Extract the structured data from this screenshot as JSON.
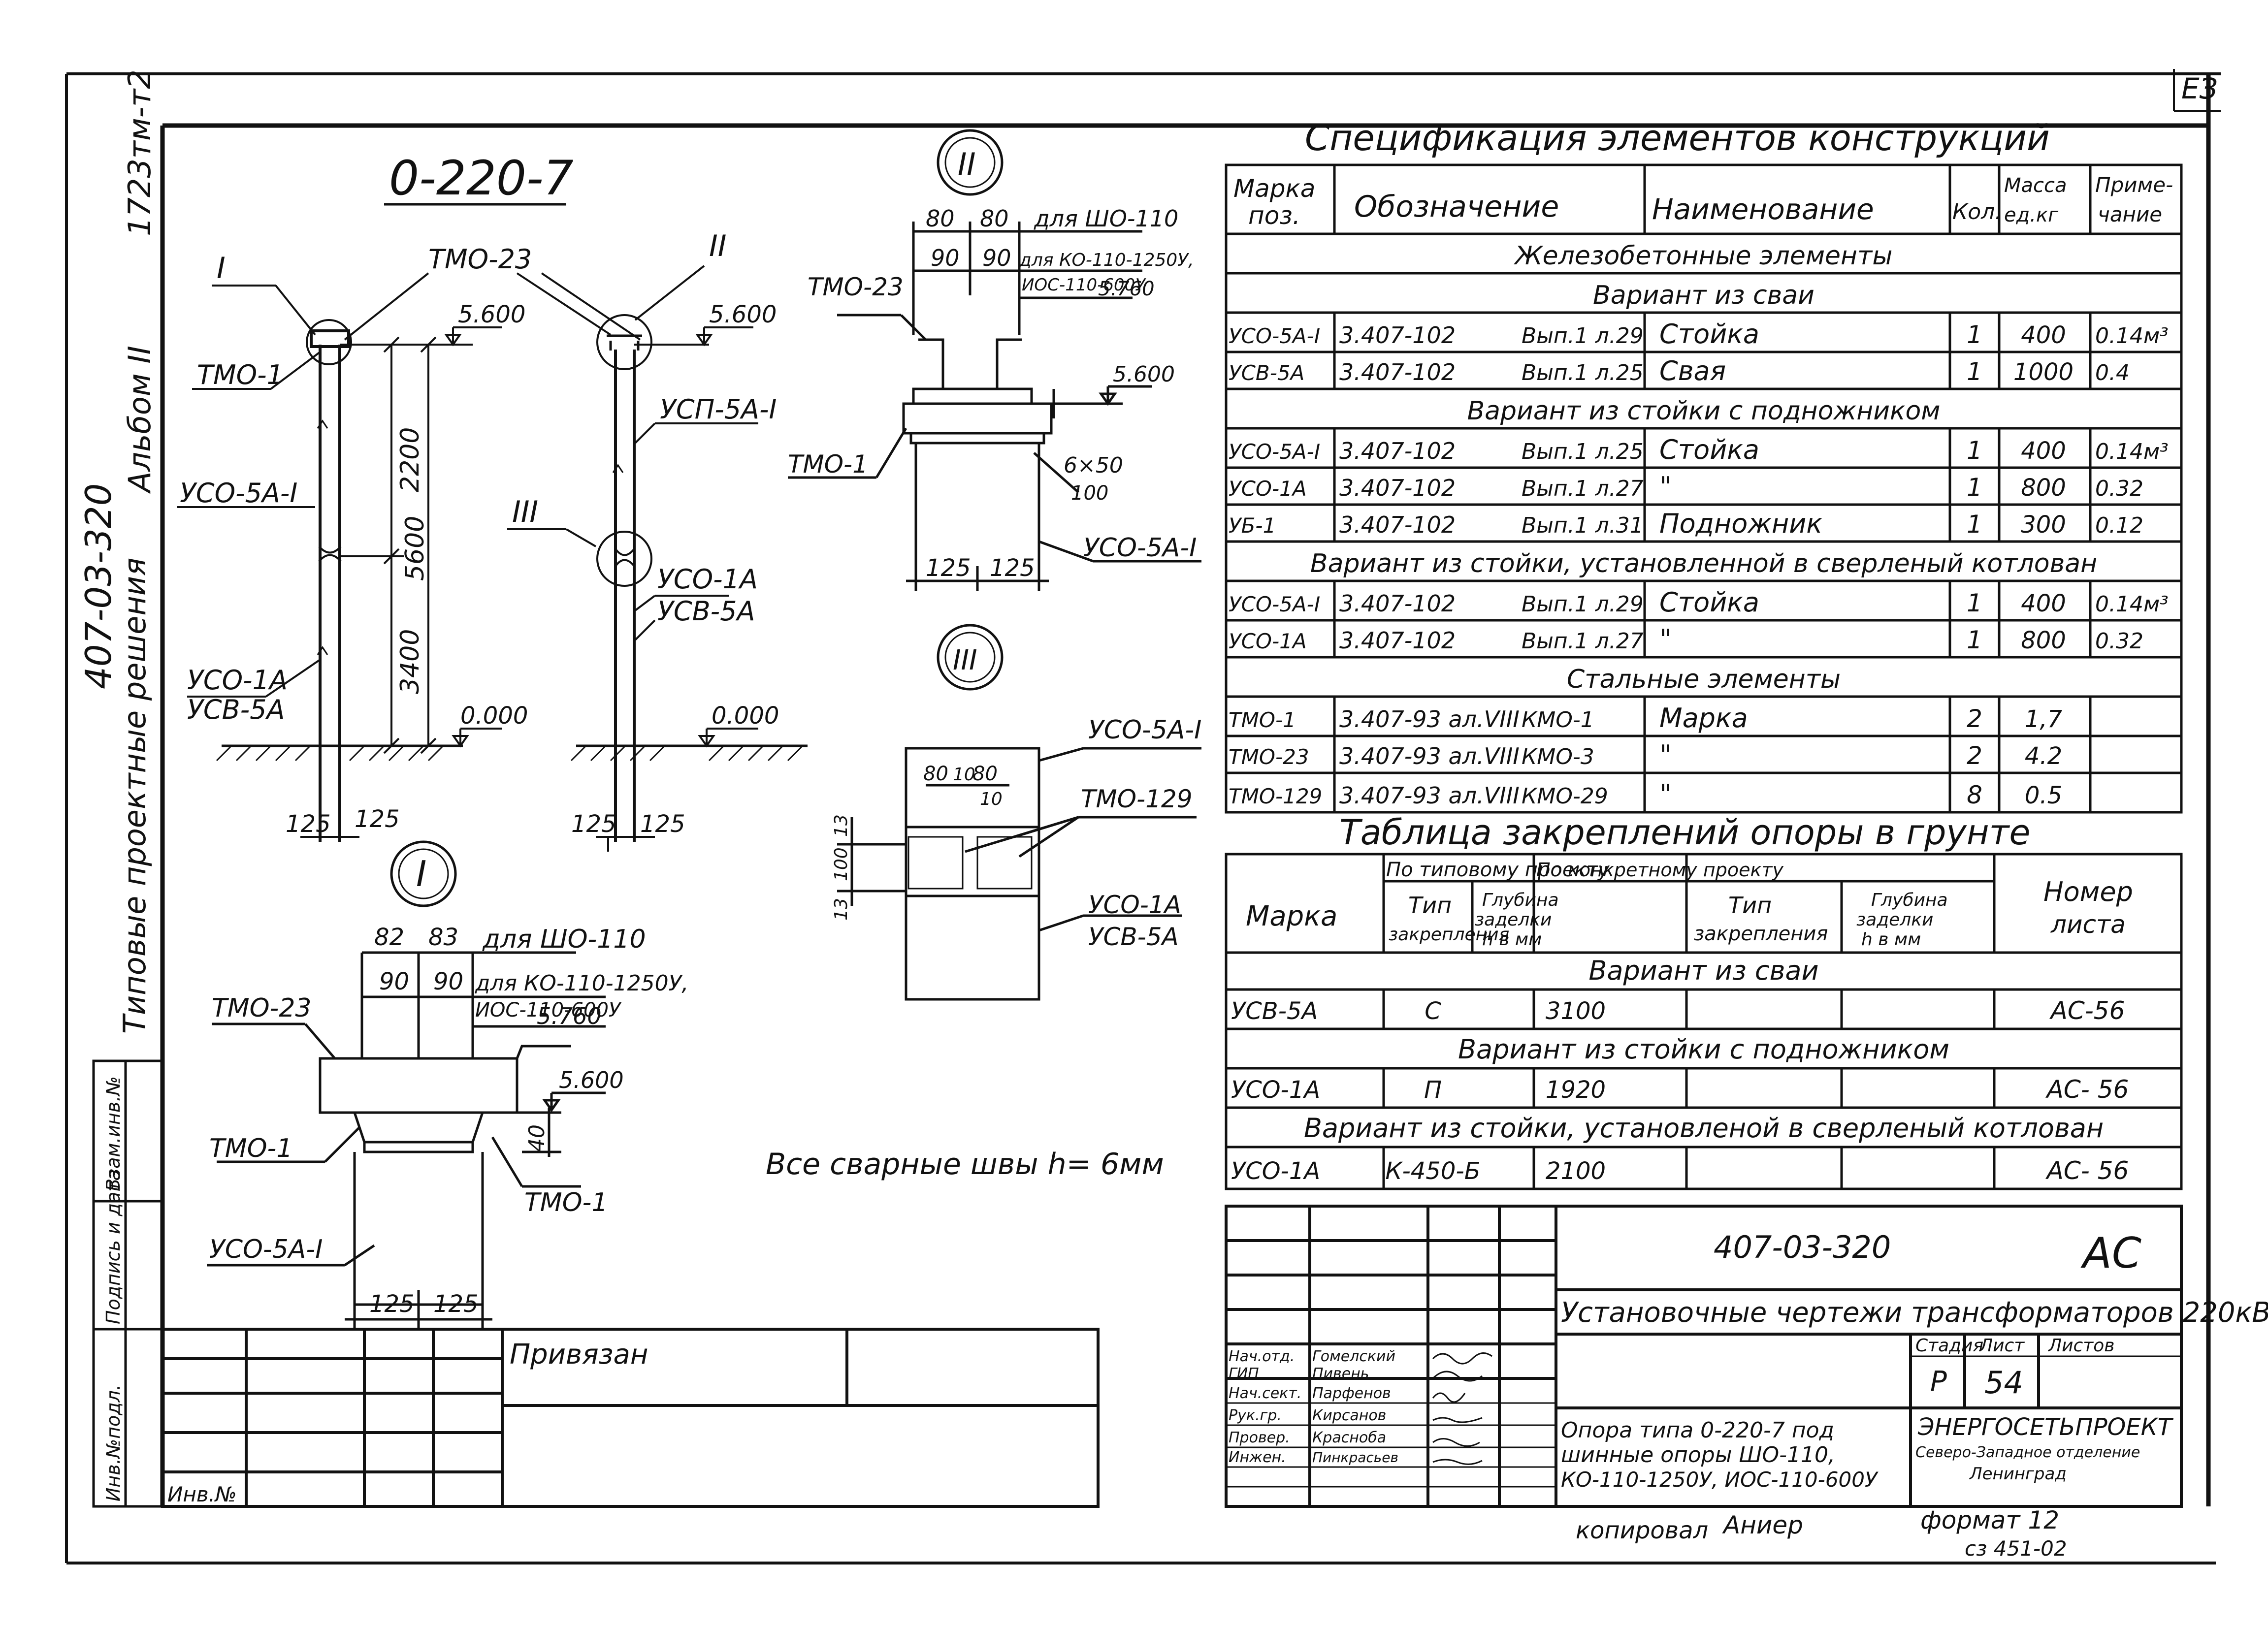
{
  "sheet": {
    "corner_mark": "ЕЗ",
    "series_code": "1723тм-т2",
    "album": "Альбом II",
    "project_number": "407-03-320",
    "project_type": "Типовые проектные решения"
  },
  "main_drawing": {
    "title": "0-220-7",
    "node_I": "I",
    "node_II": "II",
    "node_III": "III",
    "tmo23_a": "ТМО-23",
    "tmo1": "ТМО-1",
    "uso5a_1": "УСО-5А-I",
    "uso1a": "УСО-1А",
    "usv5a": "УСВ-5А",
    "usp5a": "УСП-5А-I",
    "lvl_5600_a": "5.600",
    "lvl_5600_b": "5.600",
    "lvl_0_a": "0.000",
    "lvl_0_b": "0.000",
    "dim_2200": "2200",
    "dim_5600": "5600",
    "dim_3400": "3400",
    "dim_125_a": "125",
    "dim_125_b": "125",
    "dim_125_c": "125",
    "dim_125_d": "125"
  },
  "detail_I": {
    "mark": "I",
    "dim_82": "82",
    "dim_83": "83",
    "dim_90_a": "90",
    "dim_90_b": "90",
    "note_sho": "для ШО-110",
    "note_ko_1": "для КО-110-1250У,",
    "note_ko_2": "ИОС-110-600У",
    "lvl_5760": "5.760",
    "lvl_5600": "5.600",
    "dim_40": "40",
    "tmo23": "ТМО-23",
    "tmo1_a": "ТМО-1",
    "tmo1_b": "ТМО-1",
    "uso5a": "УСО-5А-I",
    "dim_125_a": "125",
    "dim_125_b": "125"
  },
  "detail_II": {
    "mark": "II",
    "dim_80_a": "80",
    "dim_80_b": "80",
    "dim_90_a": "90",
    "dim_90_b": "90",
    "note_sho": "для ШО-110",
    "note_ko_1": "для КО-110-1250У,",
    "note_ko_2": "ИОС-110-600У",
    "lvl_5760": "5.760",
    "lvl_5600": "5.600",
    "tmo23": "ТМО-23",
    "tmo1": "ТМО-1",
    "bar_1": "6×50",
    "bar_2": "100",
    "uso5a": "УСО-5А-I",
    "dim_125_a": "125",
    "dim_125_b": "125"
  },
  "detail_III": {
    "mark": "III",
    "uso5a": "УСО-5А-I",
    "dim_80_a": "80",
    "dim_10": "10",
    "dim_80_b": "80",
    "dim_10_b": "10",
    "tmo129": "ТМО-129",
    "dim_13_a": "13",
    "dim_100": "100",
    "dim_13_b": "13",
    "uso1a": "УСО-1А",
    "usv5a": "УСВ-5А"
  },
  "weld_note": "Все сварные швы h= 6мм",
  "spec": {
    "title": "Спецификация элементов конструкций",
    "headers": [
      "Марка поз.",
      "Обозначение",
      "Наименование",
      "Кол.",
      "Масса ед.кг",
      "Приме-чание"
    ],
    "header_marka_1": "Марка",
    "header_marka_2": "поз.",
    "header_massa_1": "Масса",
    "header_massa_2": "ед.кг",
    "header_prim_1": "Приме-",
    "header_prim_2": "чание",
    "rows": [
      {
        "kind": "section",
        "text": "Железобетонные элементы"
      },
      {
        "kind": "section",
        "text": "Вариант из сваи"
      },
      {
        "kind": "row",
        "mark": "УСО-5А-I",
        "code": "3.407-102",
        "ref": "Вып.1 л.29",
        "name": "Стойка",
        "qty": "1",
        "mass": "400",
        "note": "0.14м³"
      },
      {
        "kind": "row",
        "mark": "УСВ-5А",
        "code": "3.407-102",
        "ref": "Вып.1 л.25",
        "name": "Свая",
        "qty": "1",
        "mass": "1000",
        "note": "0.4"
      },
      {
        "kind": "section",
        "text": "Вариант из стойки с подножником"
      },
      {
        "kind": "row",
        "mark": "УСО-5А-I",
        "code": "3.407-102",
        "ref": "Вып.1 л.25",
        "name": "Стойка",
        "qty": "1",
        "mass": "400",
        "note": "0.14м³"
      },
      {
        "kind": "row",
        "mark": "УСО-1А",
        "code": "3.407-102",
        "ref": "Вып.1 л.27",
        "name": "\"",
        "qty": "1",
        "mass": "800",
        "note": "0.32"
      },
      {
        "kind": "row",
        "mark": "УБ-1",
        "code": "3.407-102",
        "ref": "Вып.1 л.31",
        "name": "Подножник",
        "qty": "1",
        "mass": "300",
        "note": "0.12"
      },
      {
        "kind": "section",
        "text": "Вариант из стойки, установленной в сверленый котлован"
      },
      {
        "kind": "row",
        "mark": "УСО-5А-I",
        "code": "3.407-102",
        "ref": "Вып.1 л.29",
        "name": "Стойка",
        "qty": "1",
        "mass": "400",
        "note": "0.14м³"
      },
      {
        "kind": "row",
        "mark": "УСО-1А",
        "code": "3.407-102",
        "ref": "Вып.1 л.27",
        "name": "\"",
        "qty": "1",
        "mass": "800",
        "note": "0.32"
      },
      {
        "kind": "section",
        "text": "Стальные элементы"
      },
      {
        "kind": "row",
        "mark": "ТМО-1",
        "code": "3.407-93 ал.VIII",
        "ref": "КМО-1",
        "name": "Марка",
        "qty": "2",
        "mass": "1,7",
        "note": ""
      },
      {
        "kind": "row",
        "mark": "ТМО-23",
        "code": "3.407-93 ал.VIII",
        "ref": "КМО-3",
        "name": "\"",
        "qty": "2",
        "mass": "4.2",
        "note": ""
      },
      {
        "kind": "row",
        "mark": "ТМО-129",
        "code": "3.407-93 ал.VIII",
        "ref": "КМО-29",
        "name": "\"",
        "qty": "8",
        "mass": "0.5",
        "note": ""
      }
    ]
  },
  "anchor": {
    "title": "Таблица закреплений опоры в грунте",
    "h_marka": "Марка",
    "h_typical": "По типовому проекту",
    "h_concrete": "По конкретному проекту",
    "h_type_1": "Тип",
    "h_type_2": "закрепления",
    "h_depth_1": "Глубина",
    "h_depth_2": "заделки",
    "h_depth_3": "h в мм",
    "h_type_b_1": "Тип",
    "h_type_b_2": "закрепления",
    "h_depth_b_1": "Глубина",
    "h_depth_b_2": "заделки",
    "h_depth_b_3": "h в мм",
    "h_sheet_1": "Номер",
    "h_sheet_2": "листа",
    "rows": [
      {
        "kind": "section",
        "text": "Вариант из сваи"
      },
      {
        "kind": "row",
        "mark": "УСВ-5А",
        "type": "С",
        "depth": "3100",
        "type2": "",
        "depth2": "",
        "sheet": "АС-56"
      },
      {
        "kind": "section",
        "text": "Вариант из стойки с подножником"
      },
      {
        "kind": "row",
        "mark": "УСО-1А",
        "type": "П",
        "depth": "1920",
        "type2": "",
        "depth2": "",
        "sheet": "АС- 56"
      },
      {
        "kind": "section",
        "text": "Вариант из стойки, установленой в сверленый котлован"
      },
      {
        "kind": "row",
        "mark": "УСО-1А",
        "type": "К-450-Б",
        "depth": "2100",
        "type2": "",
        "depth2": "",
        "sheet": "АС- 56"
      }
    ]
  },
  "titleblock": {
    "doc_code": "407-03-320",
    "mark": "АС",
    "subject": "Установочные чертежи трансформаторов 220кВ",
    "stage_h": "Стадия",
    "sheet_h": "Лист",
    "sheets_h": "Листов",
    "stage": "Р",
    "sheet": "54",
    "description_1": "Опора типа 0-220-7 под",
    "description_2": "шинные опоры ШО-110,",
    "description_3": "КО-110-1250У, ИОС-110-600У",
    "org_1": "ЭНЕРГОСЕТЬПРОЕКТ",
    "org_2": "Северо-Западное отделение",
    "org_3": "Ленинград",
    "roles": [
      "Нач.отд.",
      "ГИП",
      "Нач.сект.",
      "Рук.гр.",
      "Провер.",
      "Инжен."
    ],
    "names": [
      "Гомелский",
      "Пивень",
      "Парфенов",
      "Кирсанов",
      "Красноба",
      "Пинкрасьев"
    ],
    "linked": "Привязан",
    "inv_no": "Инв.№",
    "side_inv": "Инв.№подл.",
    "side_sign": "Подпись и дата",
    "side_vzam": "Взам.инв.№"
  },
  "footer": {
    "copied": "копировал",
    "copier": "Аниер",
    "format": "формат 12",
    "stamp": "сз 451-02"
  }
}
